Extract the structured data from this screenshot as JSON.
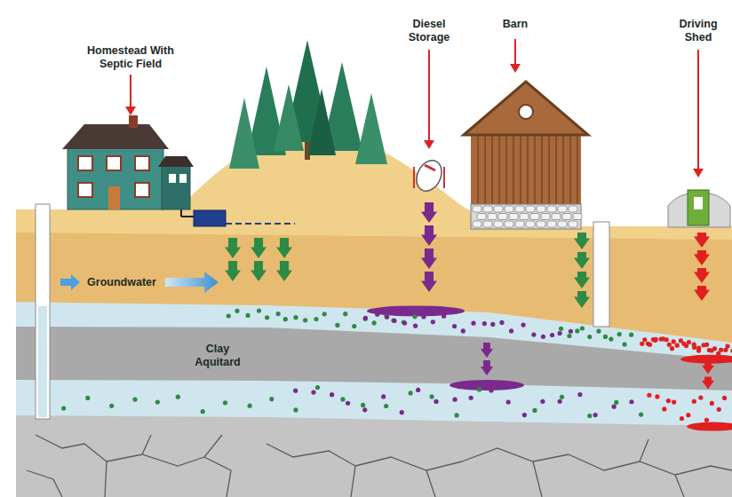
{
  "diagram": {
    "labels": [
      "Homestead With Septic Field",
      "Diesel Storage",
      "Barn",
      "Driving Shed",
      "Groundwater",
      "Clay Aquitard"
    ]
  }
}
